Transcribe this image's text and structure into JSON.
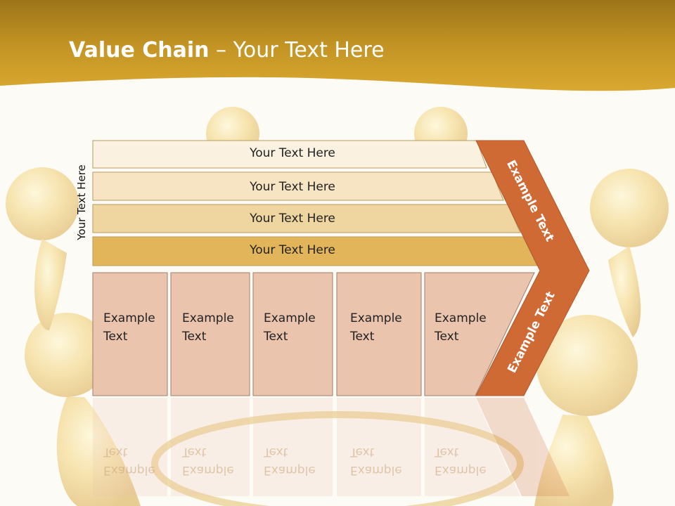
{
  "title": {
    "bold": "Value Chain",
    "rest": " – Your Text Here"
  },
  "side_label": "Your Text Here",
  "rows": [
    {
      "label": "Your Text Here",
      "color": "#faf1e0"
    },
    {
      "label": "Your Text Here",
      "color": "#f7e4c2"
    },
    {
      "label": "Your Text Here",
      "color": "#efd59f"
    },
    {
      "label": "Your Text Here",
      "color": "#e3b55a"
    }
  ],
  "columns": [
    {
      "line1": "Example",
      "line2": "Text"
    },
    {
      "line1": "Example",
      "line2": "Text"
    },
    {
      "line1": "Example",
      "line2": "Text"
    },
    {
      "line1": "Example",
      "line2": "Text"
    },
    {
      "line1": "Example",
      "line2": "Text"
    }
  ],
  "arrow_top": "Example Text",
  "arrow_bottom": "Example Text",
  "colors": {
    "header_gold": "#c99a2a",
    "arrow_orange": "#cf6a35",
    "column_pink": "#ebc4ae",
    "background": "#fdfbf6"
  }
}
